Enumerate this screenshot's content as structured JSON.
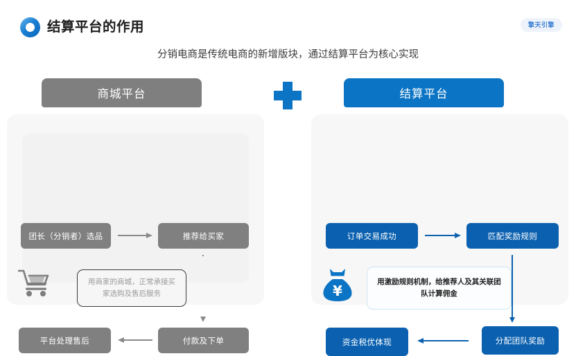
{
  "header": {
    "logo_icon": "ring-logo-icon",
    "title": "结算平台的作用",
    "brand_badge": "擎天引擎"
  },
  "subtitle": "分销电商是传统电商的新增版块，通过结算平台为核心实现",
  "divider": {
    "icon": "plus-icon"
  },
  "colors": {
    "gray": "#808080",
    "gray_header": "#7f7f7f",
    "blue_header": "#0b74c4",
    "blue_box": "#0b61b0",
    "panel_bg": "#f7f7f7",
    "panel_inner_bg": "#f2f2f2"
  },
  "panels": [
    {
      "id": "mall-platform",
      "title": "商城平台",
      "theme": "gray",
      "icon": "shopping-cart-icon",
      "boxes": [
        {
          "id": "select-products",
          "label": "团长（分销者）选品"
        },
        {
          "id": "recommend-buyer",
          "label": "推荐给买家"
        },
        {
          "id": "payment-order",
          "label": "付款及下单"
        },
        {
          "id": "after-sales",
          "label": "平台处理售后"
        }
      ],
      "note": "用商家的商城，正常承接买家选购及售后服务"
    },
    {
      "id": "settlement-platform",
      "title": "结算平台",
      "theme": "blue",
      "icon": "money-bag-icon",
      "boxes": [
        {
          "id": "order-success",
          "label": "订单交易成功"
        },
        {
          "id": "match-rules",
          "label": "匹配奖励规则"
        },
        {
          "id": "team-reward",
          "label": "分配团队奖励"
        },
        {
          "id": "fund-tax-benefit",
          "label": "资金税优体现"
        }
      ],
      "note": "用激励规则机制，给推荐人及其关联团队计算佣金"
    }
  ]
}
